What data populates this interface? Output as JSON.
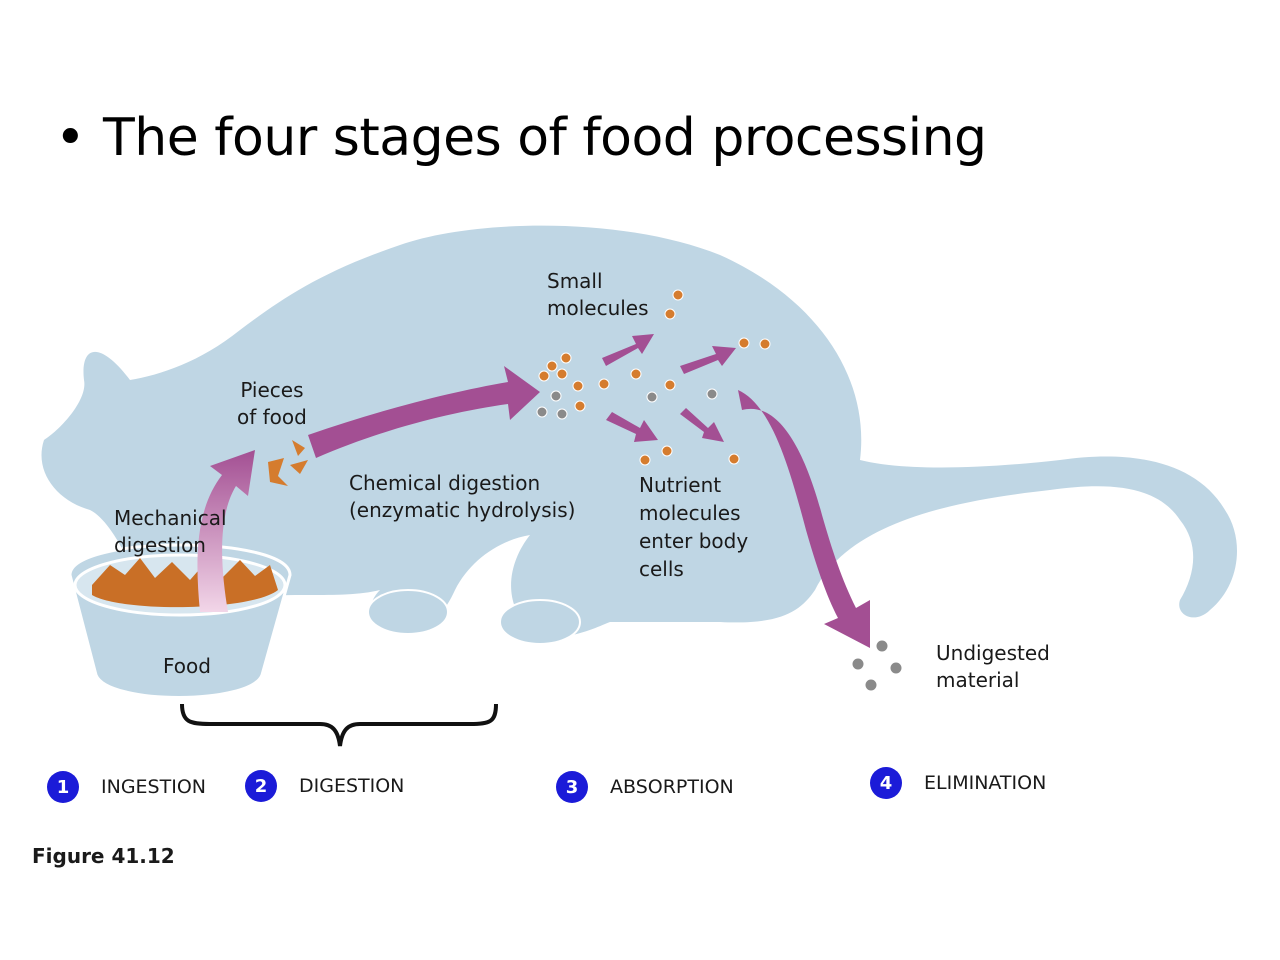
{
  "title": "The four stages of food processing",
  "bullet": "•",
  "labels": {
    "small_molecules": [
      "Small",
      "molecules"
    ],
    "pieces_of_food": [
      "Pieces",
      "of food"
    ],
    "chemical_digestion": [
      "Chemical digestion",
      "(enzymatic hydrolysis)"
    ],
    "nutrient_molecules": [
      "Nutrient",
      "molecules",
      "enter body",
      "cells"
    ],
    "mechanical_digestion": [
      "Mechanical",
      "digestion"
    ],
    "food": "Food",
    "undigested_material": [
      "Undigested",
      "material"
    ]
  },
  "stages": [
    {
      "num": "1",
      "label": "INGESTION"
    },
    {
      "num": "2",
      "label": "DIGESTION"
    },
    {
      "num": "3",
      "label": "ABSORPTION"
    },
    {
      "num": "4",
      "label": "ELIMINATION"
    }
  ],
  "figure_caption": "Figure 41.12",
  "colors": {
    "animal_body": "#bfd6e4",
    "arrow": "#a34f93",
    "food_particle": "#d57c2e",
    "undigested_particle": "#8a8a8a",
    "stage_badge": "#1b1bd8"
  }
}
